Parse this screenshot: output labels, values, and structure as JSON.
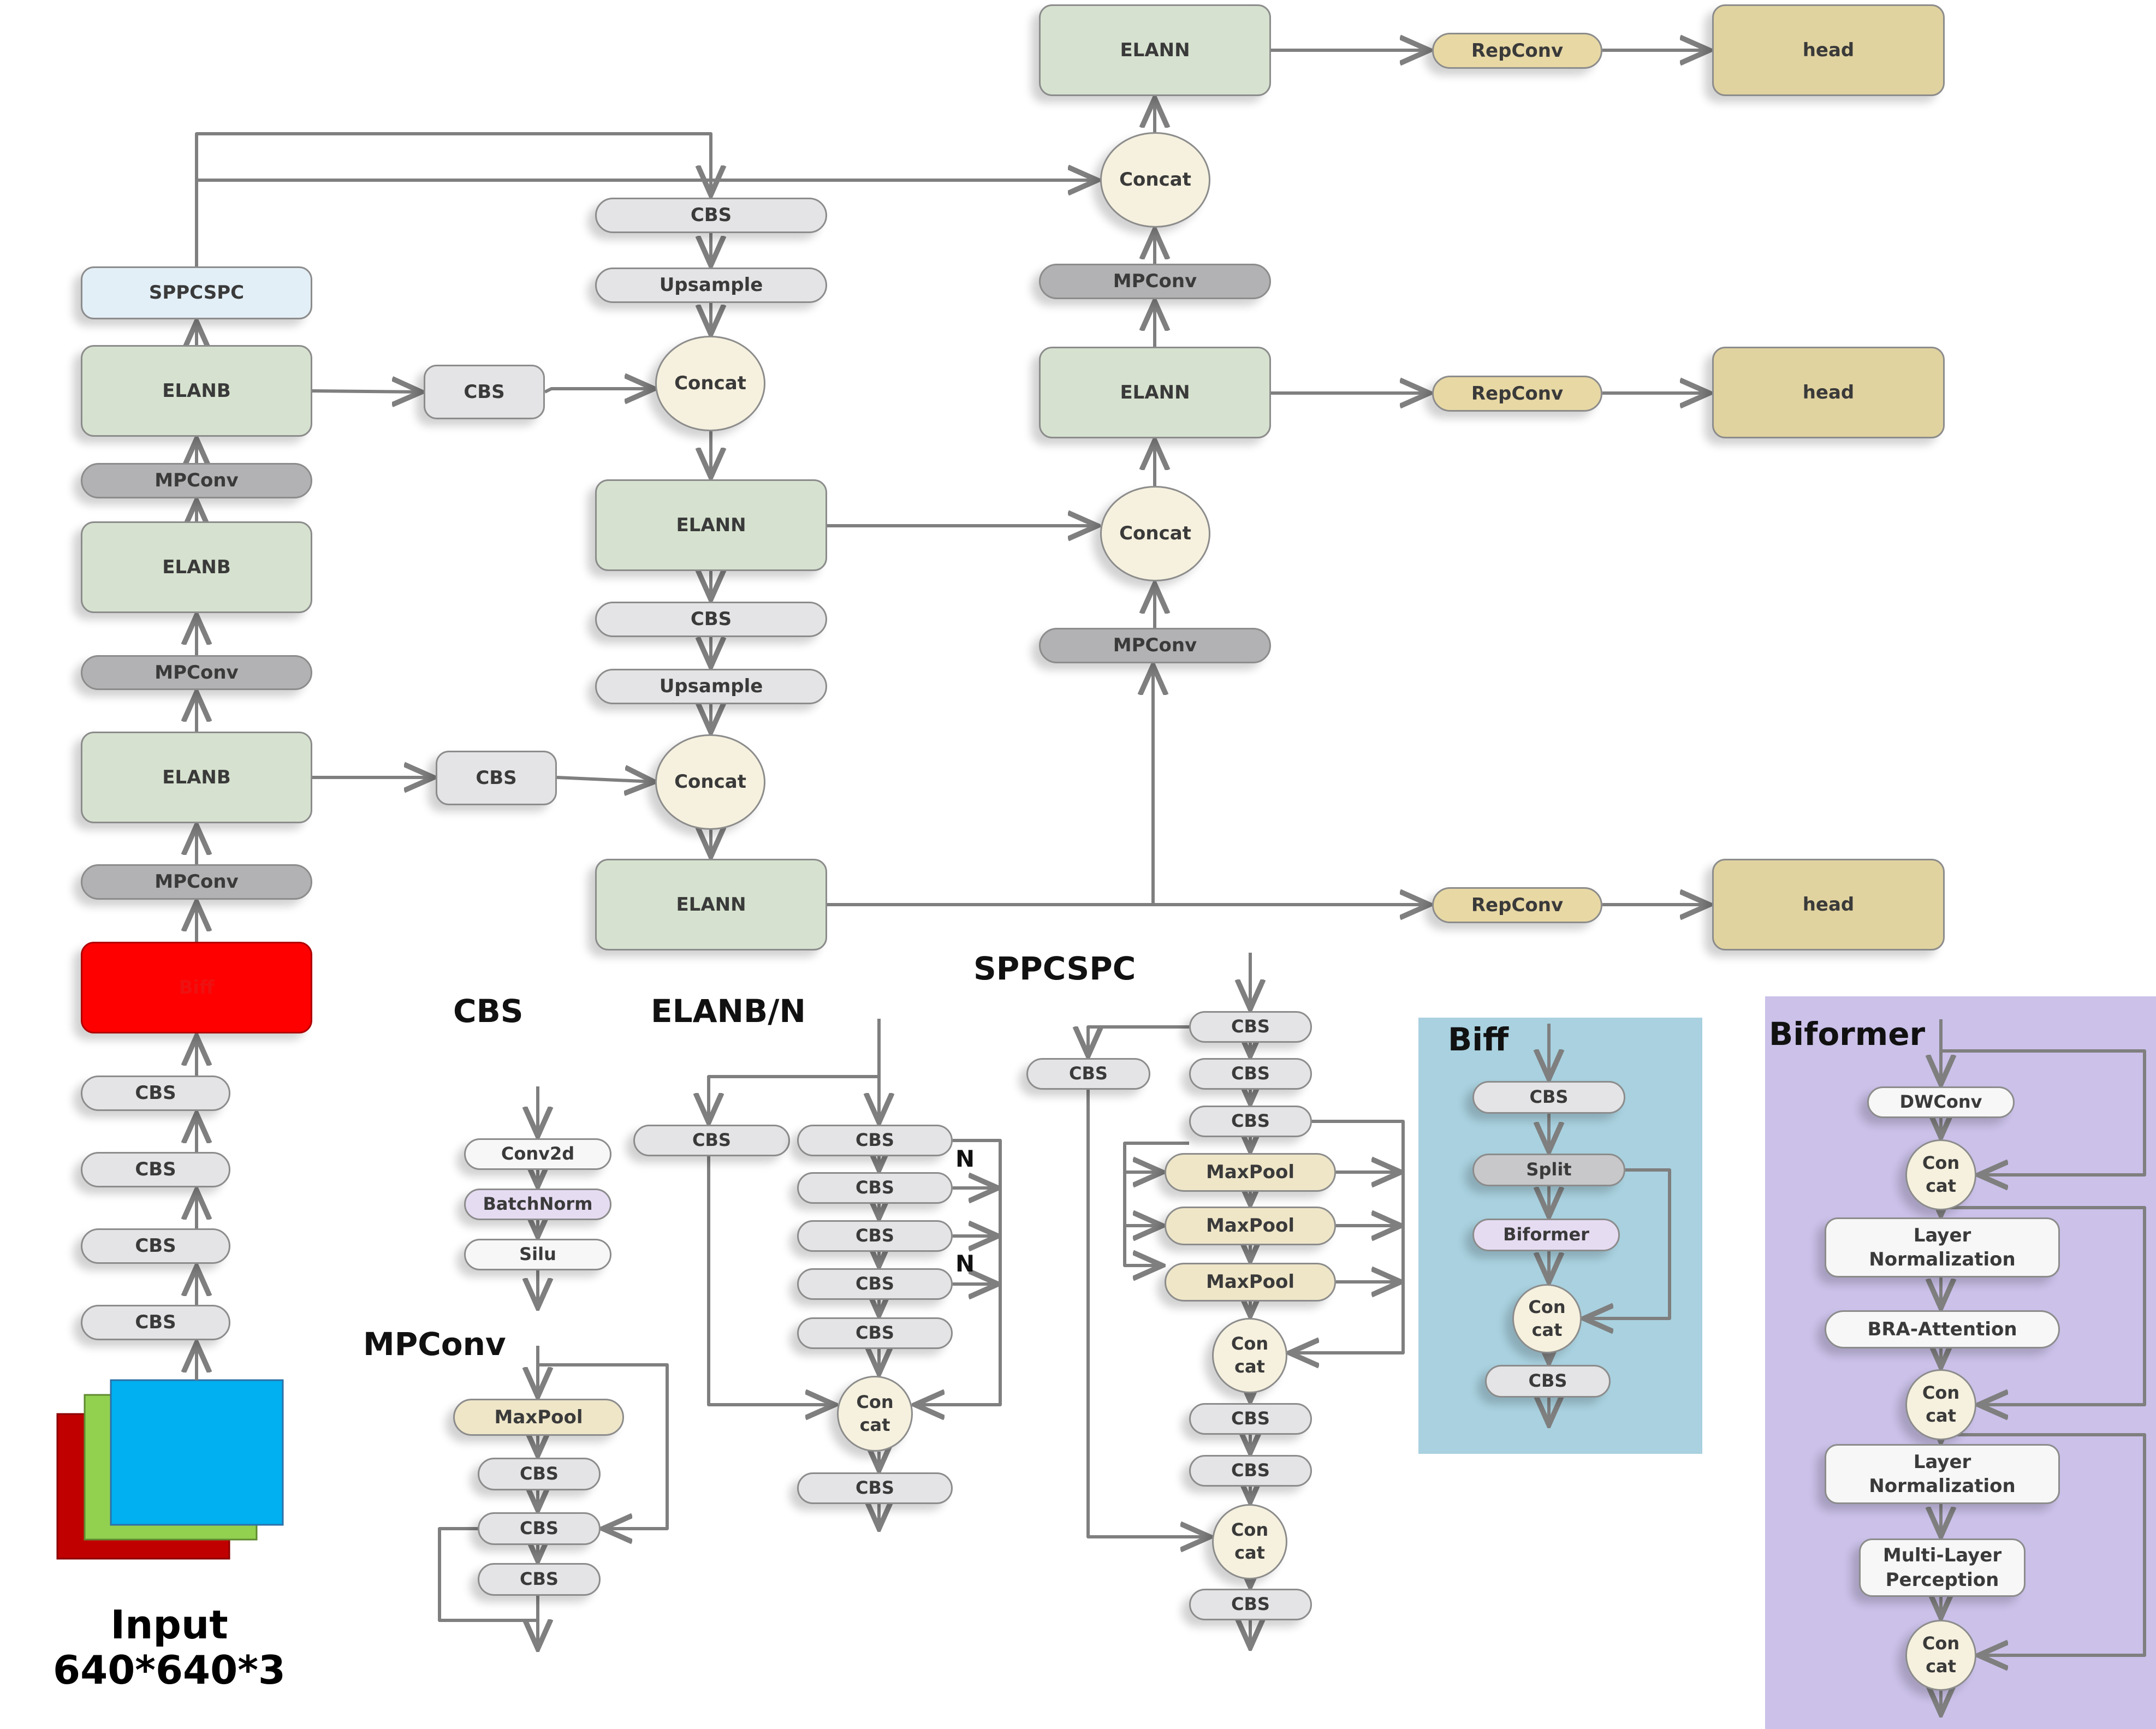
{
  "colors": {
    "elan": "#d6e2cf",
    "gray": "#e4e4e6",
    "dark": "#b2b2b4",
    "concat": "#f6f1de",
    "rep": "#e8d8a4",
    "head": "#e1d39f",
    "spp": "#e3eff7",
    "biff": "#ff0000",
    "purple": "#e6dcf2",
    "white": "#f7f7f7",
    "maxpool": "#efe6c8",
    "split": "#c8c8ca",
    "biffPanel": "#a9d1df",
    "biformerPanel": "#cbc1e9",
    "wire": "#7f7f7f"
  },
  "nodes": [
    {
      "id": "cbs_in1",
      "label": "CBS"
    },
    {
      "id": "cbs_in2",
      "label": "CBS"
    },
    {
      "id": "cbs_in3",
      "label": "CBS"
    },
    {
      "id": "cbs_in4",
      "label": "CBS"
    },
    {
      "id": "biff_main",
      "label": "Biff"
    },
    {
      "id": "mp_b1",
      "label": "MPConv"
    },
    {
      "id": "elanb_1",
      "label": "ELANB"
    },
    {
      "id": "mp_b2",
      "label": "MPConv"
    },
    {
      "id": "elanb_2",
      "label": "ELANB"
    },
    {
      "id": "mp_b3",
      "label": "MPConv"
    },
    {
      "id": "elanb_3",
      "label": "ELANB"
    },
    {
      "id": "sppcspc_main",
      "label": "SPPCSPC"
    },
    {
      "id": "cbs_l3",
      "label": "CBS"
    },
    {
      "id": "cbs_l1",
      "label": "CBS"
    },
    {
      "id": "cbs_n1",
      "label": "CBS"
    },
    {
      "id": "up_n1",
      "label": "Upsample"
    },
    {
      "id": "concat_n1",
      "label": "Concat"
    },
    {
      "id": "elann_n1",
      "label": "ELANN"
    },
    {
      "id": "cbs_n2",
      "label": "CBS"
    },
    {
      "id": "up_n2",
      "label": "Upsample"
    },
    {
      "id": "concat_n2",
      "label": "Concat"
    },
    {
      "id": "elann_n2",
      "label": "ELANN"
    },
    {
      "id": "mp_r1",
      "label": "MPConv"
    },
    {
      "id": "concat_r1",
      "label": "Concat"
    },
    {
      "id": "elann_r1",
      "label": "ELANN"
    },
    {
      "id": "mp_r2",
      "label": "MPConv"
    },
    {
      "id": "concat_r2",
      "label": "Concat"
    },
    {
      "id": "elann_r2",
      "label": "ELANN"
    },
    {
      "id": "rep_1",
      "label": "RepConv"
    },
    {
      "id": "rep_2",
      "label": "RepConv"
    },
    {
      "id": "rep_3",
      "label": "RepConv"
    },
    {
      "id": "head_1",
      "label": "head"
    },
    {
      "id": "head_2",
      "label": "head"
    },
    {
      "id": "head_3",
      "label": "head"
    },
    {
      "id": "cbs_conv2d",
      "label": "Conv2d"
    },
    {
      "id": "cbs_bn",
      "label": "BatchNorm"
    },
    {
      "id": "cbs_silu",
      "label": "Silu"
    },
    {
      "id": "mpc_maxpool",
      "label": "MaxPool"
    },
    {
      "id": "mpc_cbs1",
      "label": "CBS"
    },
    {
      "id": "mpc_cbs2",
      "label": "CBS"
    },
    {
      "id": "mpc_cbs3",
      "label": "CBS"
    },
    {
      "id": "el_cbs_left",
      "label": "CBS"
    },
    {
      "id": "el_cbs1",
      "label": "CBS"
    },
    {
      "id": "el_cbs2",
      "label": "CBS"
    },
    {
      "id": "el_cbs3",
      "label": "CBS"
    },
    {
      "id": "el_cbs4",
      "label": "CBS"
    },
    {
      "id": "el_cbs5",
      "label": "CBS"
    },
    {
      "id": "el_concat",
      "label": "Con\ncat"
    },
    {
      "id": "el_cbs_out",
      "label": "CBS"
    },
    {
      "id": "sp_cbs_left",
      "label": "CBS"
    },
    {
      "id": "sp_cbs1",
      "label": "CBS"
    },
    {
      "id": "sp_cbs2",
      "label": "CBS"
    },
    {
      "id": "sp_cbs3",
      "label": "CBS"
    },
    {
      "id": "sp_mp1",
      "label": "MaxPool"
    },
    {
      "id": "sp_mp2",
      "label": "MaxPool"
    },
    {
      "id": "sp_mp3",
      "label": "MaxPool"
    },
    {
      "id": "sp_concat1",
      "label": "Con\ncat"
    },
    {
      "id": "sp_cbs4",
      "label": "CBS"
    },
    {
      "id": "sp_cbs5",
      "label": "CBS"
    },
    {
      "id": "sp_concat2",
      "label": "Con\ncat"
    },
    {
      "id": "sp_cbs6",
      "label": "CBS"
    },
    {
      "id": "bf_cbs1",
      "label": "CBS"
    },
    {
      "id": "bf_split",
      "label": "Split"
    },
    {
      "id": "bf_biformer",
      "label": "Biformer"
    },
    {
      "id": "bf_concat",
      "label": "Con\ncat"
    },
    {
      "id": "bf_cbs2",
      "label": "CBS"
    },
    {
      "id": "bo_dwconv",
      "label": "DWConv"
    },
    {
      "id": "bo_concat1",
      "label": "Con\ncat"
    },
    {
      "id": "bo_ln1",
      "label": "Layer\nNormalization"
    },
    {
      "id": "bo_bra",
      "label": "BRA-Attention"
    },
    {
      "id": "bo_concat2",
      "label": "Con\ncat"
    },
    {
      "id": "bo_ln2",
      "label": "Layer\nNormalization"
    },
    {
      "id": "bo_mlp",
      "label": "Multi-Layer\nPerception"
    },
    {
      "id": "bo_concat3",
      "label": "Con\ncat"
    }
  ],
  "labels": {
    "input_title": "Input\n640*640*3",
    "cbs_title": "CBS",
    "elan_title": "ELANB/N",
    "spp_title": "SPPCSPC",
    "mpconv_title": "MPConv",
    "biff_title": "Biff",
    "biformer_title": "Biformer",
    "n_mark_1": "N",
    "n_mark_2": "N"
  }
}
